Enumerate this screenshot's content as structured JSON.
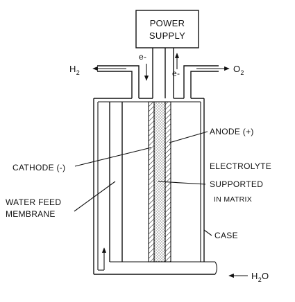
{
  "power_supply": {
    "line1": "POWER",
    "line2": "SUPPLY"
  },
  "electron_down": "e-",
  "electron_up": "e-",
  "hydrogen": {
    "symbol": "H",
    "sub": "2"
  },
  "oxygen": {
    "symbol": "O",
    "sub": "2"
  },
  "water": {
    "symbol": "H",
    "sub": "2",
    "tail": "O"
  },
  "anode": "ANODE (+)",
  "cathode": "CATHODE (-)",
  "electrolyte": {
    "line1": "ELECTROLYTE",
    "line2": "SUPPORTED",
    "line3": "IN MATRIX"
  },
  "water_feed": {
    "line1": "WATER FEED",
    "line2": "MEMBRANE"
  },
  "case": "CASE",
  "colors": {
    "ink": "#111111",
    "background": "#ffffff"
  }
}
